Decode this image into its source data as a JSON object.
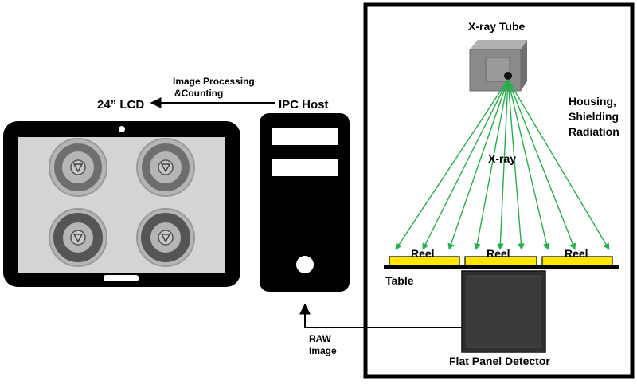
{
  "labels": {
    "lcd": "24” LCD",
    "processing_line1": "Image Processing",
    "processing_line2": "&Counting",
    "ipc_host": "IPC Host",
    "xray_tube": "X-ray Tube",
    "housing_line1": "Housing,",
    "housing_line2": "Shielding",
    "housing_line3": "Radiation",
    "xray": "X-ray",
    "reel_1": "Reel",
    "reel_2": "Reel",
    "reel_3": "Reel",
    "table": "Table",
    "raw_line1": "RAW",
    "raw_line2": "Image",
    "detector": "Flat Panel Detector"
  },
  "colors": {
    "frame": "#000000",
    "beam": "#22b04b",
    "reel": "#ffe600",
    "lcd_screen": "#d4d4d4",
    "detector": "#3a3a3a",
    "tube": "#8a8a8a"
  },
  "icons": {
    "lcd": "tablet-monitor-icon",
    "host": "pc-tower-icon",
    "tube": "xray-tube-icon",
    "detector": "flat-panel-detector-icon"
  }
}
